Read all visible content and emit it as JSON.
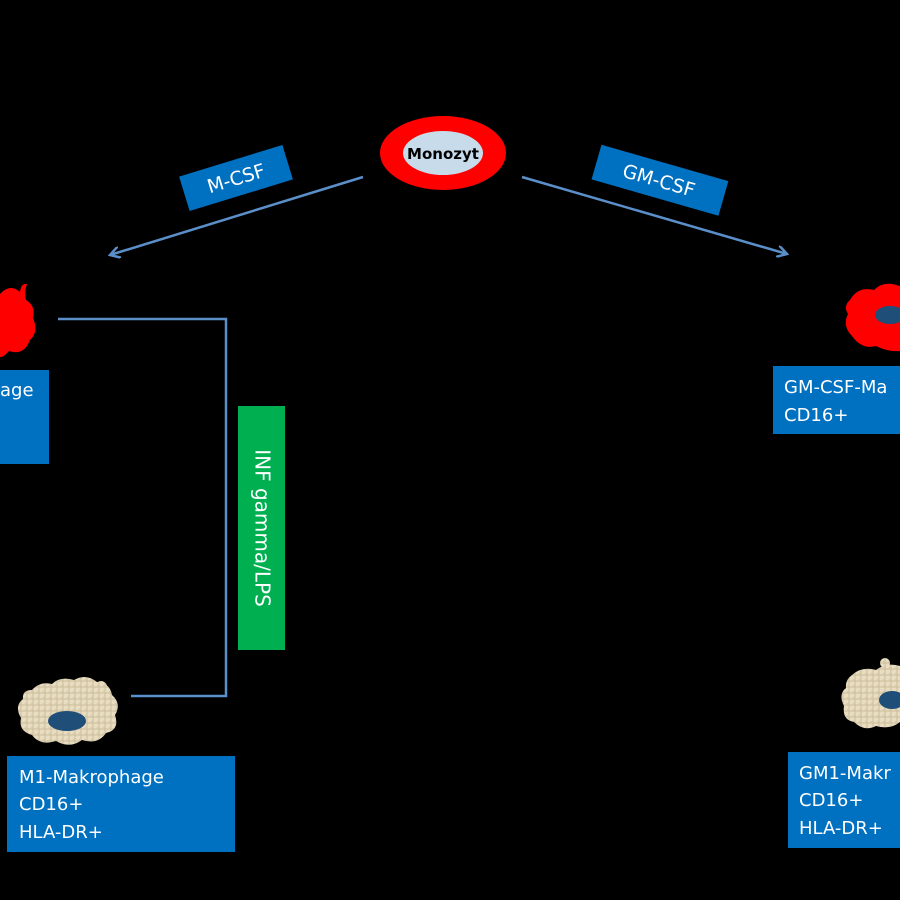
{
  "cells": {
    "monocyte": {
      "label": "Monozyt"
    }
  },
  "factors": {
    "left": "M-CSF",
    "right": "GM-CSF",
    "activation": "INF gamma/LPS"
  },
  "boxes": {
    "m_csf_macrophage": {
      "lines": [
        "age"
      ]
    },
    "gm_csf_macrophage": {
      "lines": [
        "GM-CSF-Ma",
        "CD16+"
      ]
    },
    "m1_macrophage": {
      "lines": [
        "M1-Makrophage",
        "CD16+",
        "HLA-DR+"
      ]
    },
    "gm1_macrophage": {
      "lines": [
        "GM1-Makr",
        "CD16+",
        "HLA-DR+"
      ]
    }
  },
  "colors": {
    "background": "#000000",
    "box_fill": "#0070c0",
    "activation_fill": "#00b050",
    "arrow": "#5b8fc9",
    "activated_cell": "#ff0000",
    "resting_cell": "#eadfc4",
    "nucleus": "#1f4e79",
    "monocyte_ring": "#ff0000",
    "monocyte_core": "#c7dbea"
  },
  "icons": [
    "activated-macrophage-icon",
    "foamy-macrophage-icon",
    "monocyte-icon"
  ]
}
